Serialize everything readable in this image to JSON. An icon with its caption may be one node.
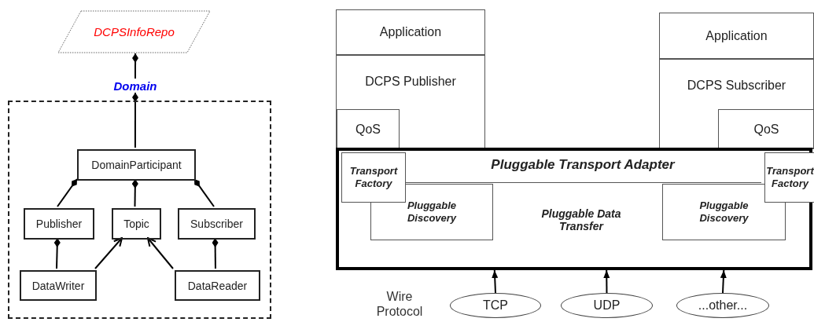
{
  "diagram": {
    "nodes": [
      {
        "text": [
          "DCPSInfoRepo"
        ]
      },
      {
        "text": [
          "Domain"
        ]
      },
      {
        "text": [],
        "shape": "box"
      },
      {
        "text": [
          "DomainParticipant"
        ],
        "in": 2
      },
      {
        "text": [
          "Publisher"
        ],
        "in": 2
      },
      {
        "text": [
          "Topic"
        ],
        "in": 2
      },
      {
        "text": [
          "Subscriber"
        ],
        "in": 2
      },
      {
        "text": [
          "DataWriter"
        ],
        "in": 2
      },
      {
        "text": [
          "DataReader"
        ],
        "in": 2
      },
      {
        "text": [
          "Application"
        ]
      },
      {
        "text": [
          "DCPS Publisher"
        ]
      },
      {
        "text": [
          "QoS"
        ],
        "in": 10
      },
      {
        "text": [
          "Application"
        ]
      },
      {
        "text": [
          "DCPS Subscriber"
        ]
      },
      {
        "text": [
          "QoS"
        ],
        "in": 13
      },
      {
        "text": [
          "Pluggable Transport Adapter",
          "Pluggable Data Transfer"
        ]
      },
      {
        "text": [
          "Transport Factory"
        ],
        "in": 15
      },
      {
        "text": [
          "Pluggable Discovery"
        ],
        "in": 15
      },
      {
        "text": [
          "Pluggable Discovery"
        ],
        "in": 15
      },
      {
        "text": [
          "Transport Factory"
        ],
        "in": 15
      },
      {
        "text": [
          "TCP"
        ]
      },
      {
        "text": [
          "UDP"
        ]
      },
      {
        "text": [
          "...other..."
        ]
      }
    ],
    "edges": [
      {
        "from": 1,
        "to": 0,
        "arrow": "other"
      },
      {
        "from": 3,
        "to": 1,
        "arrow": "other"
      },
      {
        "from": 4,
        "to": 3,
        "arrow": "other"
      },
      {
        "from": 5,
        "to": 3,
        "arrow": "other"
      },
      {
        "from": 6,
        "to": 3,
        "arrow": "other"
      },
      {
        "from": 7,
        "to": 4,
        "arrow": "other"
      },
      {
        "from": 8,
        "to": 6,
        "arrow": "other"
      },
      {
        "from": 7,
        "to": 5,
        "arrow": "to"
      },
      {
        "from": 8,
        "to": 5,
        "arrow": "to"
      },
      {
        "from": 20,
        "to": 15,
        "arrow": "to"
      },
      {
        "from": 21,
        "to": 15,
        "arrow": "to"
      },
      {
        "from": 22,
        "to": 15,
        "arrow": "to"
      }
    ],
    "labels": [
      "Wire Protocol"
    ]
  }
}
